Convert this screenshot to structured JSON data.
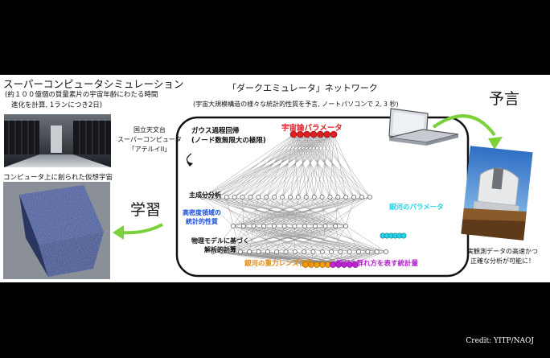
{
  "simulation": {
    "title": "スーパーコンピュータシミュレーション",
    "desc_line1": "(約１００億個の質量素片の宇宙年齢にわたる時間",
    "desc_line2": "進化を計算, 1ランにつき2日)"
  },
  "supercomputer": {
    "line1": "国立天文台",
    "line2": "スーパーコンピュータ",
    "line3": "「アテルイII」"
  },
  "virtual_universe_caption": "コンピュータ上に創られた仮想宇宙",
  "learning_label": "学習",
  "network": {
    "title": "「ダークエミュレータ」ネットワーク",
    "subtitle": "(宇宙大規模構造の様々な統計的性質を予言, ノートパソコンで 2, 3 秒)",
    "gp_line1": "ガウス過程回帰",
    "gp_line2": "(ノード数無限大の極限)",
    "pca": "主成分分析",
    "density_line1": "高密度領域の",
    "density_line2": "統計的性質",
    "physics_line1": "物理モデルに基づく",
    "physics_line2": "解析的計算",
    "cosmo_params": "宇宙論パラメータ",
    "galaxy_params": "銀河のパラメータ",
    "lensing_signal": "銀河の重力レンズ信号",
    "clustering_stats": "銀河の群れ方を表す統計量"
  },
  "prediction_label": "予言",
  "observation": {
    "line1": "実観測データの高速かつ",
    "line2": "正確な分析が可能に！"
  },
  "credit": "Credit: YITP/NAOJ",
  "colors": {
    "cosmo": "#e11d24",
    "galaxy": "#22d3e8",
    "lensing": "#f59e0b",
    "clustering": "#c026d3",
    "arrow": "#7bd13a",
    "density": "#1d4ed8"
  }
}
